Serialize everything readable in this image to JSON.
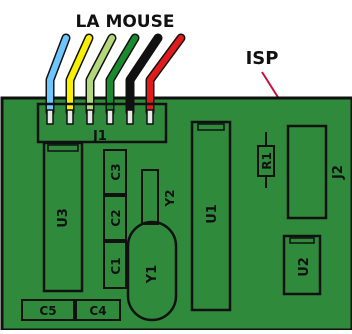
{
  "top_strip_text": "",
  "wire_header_label": "LA MOUSE",
  "isp_label": "ISP",
  "colors": {
    "board": "#2f8a3c",
    "outline": "#111111",
    "component_fill": "#2f8a3c",
    "header_fill": "#2f8a3c",
    "isp_line": "#c0143c"
  },
  "wire_colors": [
    "#6ec6ff",
    "#f7f000",
    "#b2d879",
    "#1a8a2e",
    "#111111",
    "#e11b1b"
  ],
  "parts": {
    "J1": "J1",
    "J2": "J2",
    "U1": "U1",
    "U2": "U2",
    "U3": "U3",
    "R1": "R1",
    "Y1": "Y1",
    "Y2": "Y2",
    "C1": "C1",
    "C2": "C2",
    "C3": "C3",
    "C4": "C4",
    "C5": "C5"
  }
}
